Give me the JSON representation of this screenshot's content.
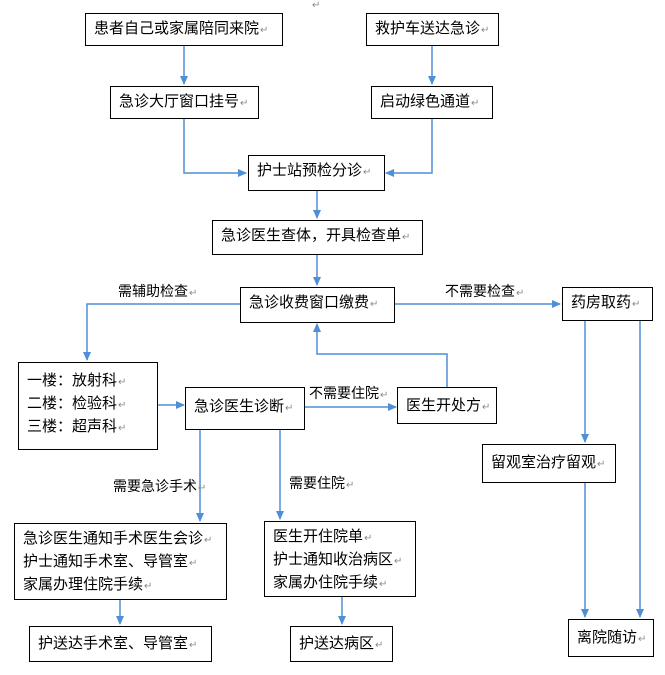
{
  "nodes": {
    "self_arrival": "患者自己或家属陪同来院",
    "ambulance": "救护车送达急诊",
    "register": "急诊大厅窗口挂号",
    "green_channel": "启动绿色通道",
    "triage": "护士站预检分诊",
    "doctor_exam": "急诊医生查体，开具检查单",
    "payment": "急诊收费窗口缴费",
    "pharmacy": "药房取药",
    "departments": [
      "一楼：放射科",
      "二楼：检验科",
      "三楼：超声科"
    ],
    "diagnosis": "急诊医生诊断",
    "prescription": "医生开处方",
    "observation": "留观室治疗留观",
    "surgery_notice": [
      "急诊医生通知手术医生会诊",
      "护士通知手术室、导管室",
      "家属办理住院手续"
    ],
    "admission_notice": [
      "医生开住院单",
      "护士通知收治病区",
      "家属办住院手续"
    ],
    "escort_or": "护送达手术室、导管室",
    "escort_ward": "护送达病区",
    "discharge": "离院随访"
  },
  "edge_labels": {
    "need_aux": "需辅助检查",
    "no_exam": "不需要检查",
    "no_admission": "不需要住院",
    "need_surgery": "需要急诊手术",
    "need_admission": "需要住院"
  },
  "paragraph_mark": "↵",
  "colors": {
    "arrow": "#4f8fd6",
    "border": "#000000"
  }
}
